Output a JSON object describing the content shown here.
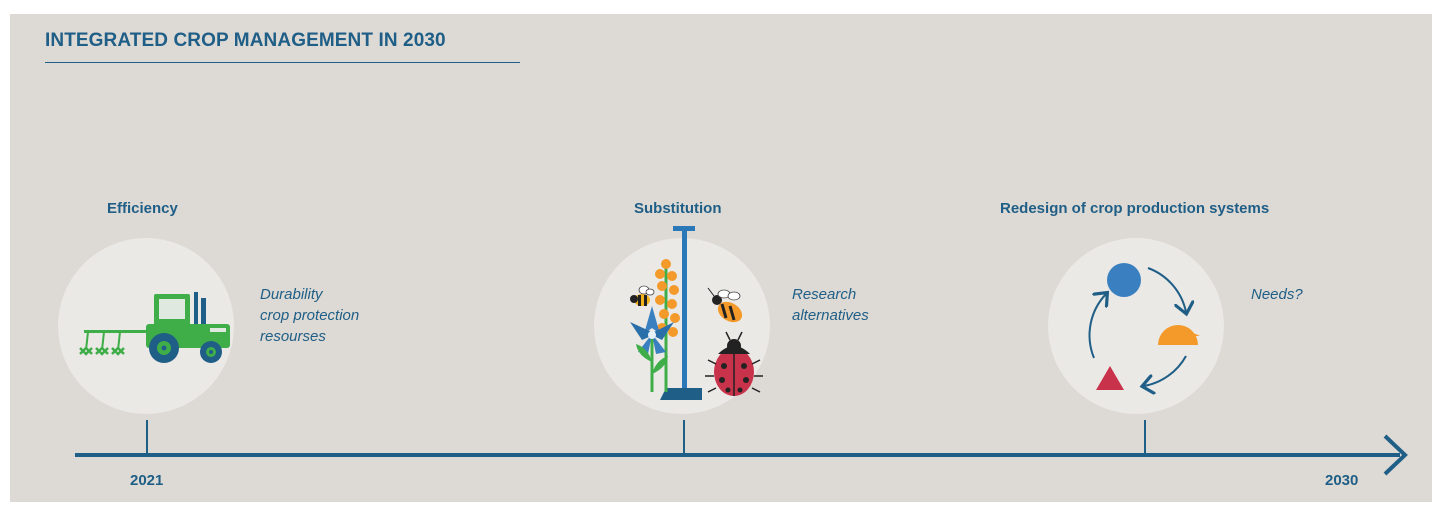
{
  "title": "INTEGRATED CROP MANAGEMENT IN 2030",
  "stages": [
    {
      "label": "Efficiency",
      "notes": [
        "Durability",
        "crop protection",
        "resourses"
      ],
      "icon": "tractor-plough-icon"
    },
    {
      "label": "Substitution",
      "notes": [
        "Research",
        "alternatives"
      ],
      "icon": "biodiversity-hoe-icon"
    },
    {
      "label": "Redesign of crop production systems",
      "notes": [
        "Needs?"
      ],
      "icon": "shapes-cycle-icon"
    }
  ],
  "timeline": {
    "start_year": "2021",
    "end_year": "2030"
  },
  "colors": {
    "background": "#dddad5",
    "primary": "#1f5e86",
    "circle": "#ebe9e6",
    "tractor_green": "#3fae49",
    "cycle_blue": "#3a7fc0",
    "cycle_orange": "#f39a2a",
    "cycle_red": "#c8324a"
  }
}
